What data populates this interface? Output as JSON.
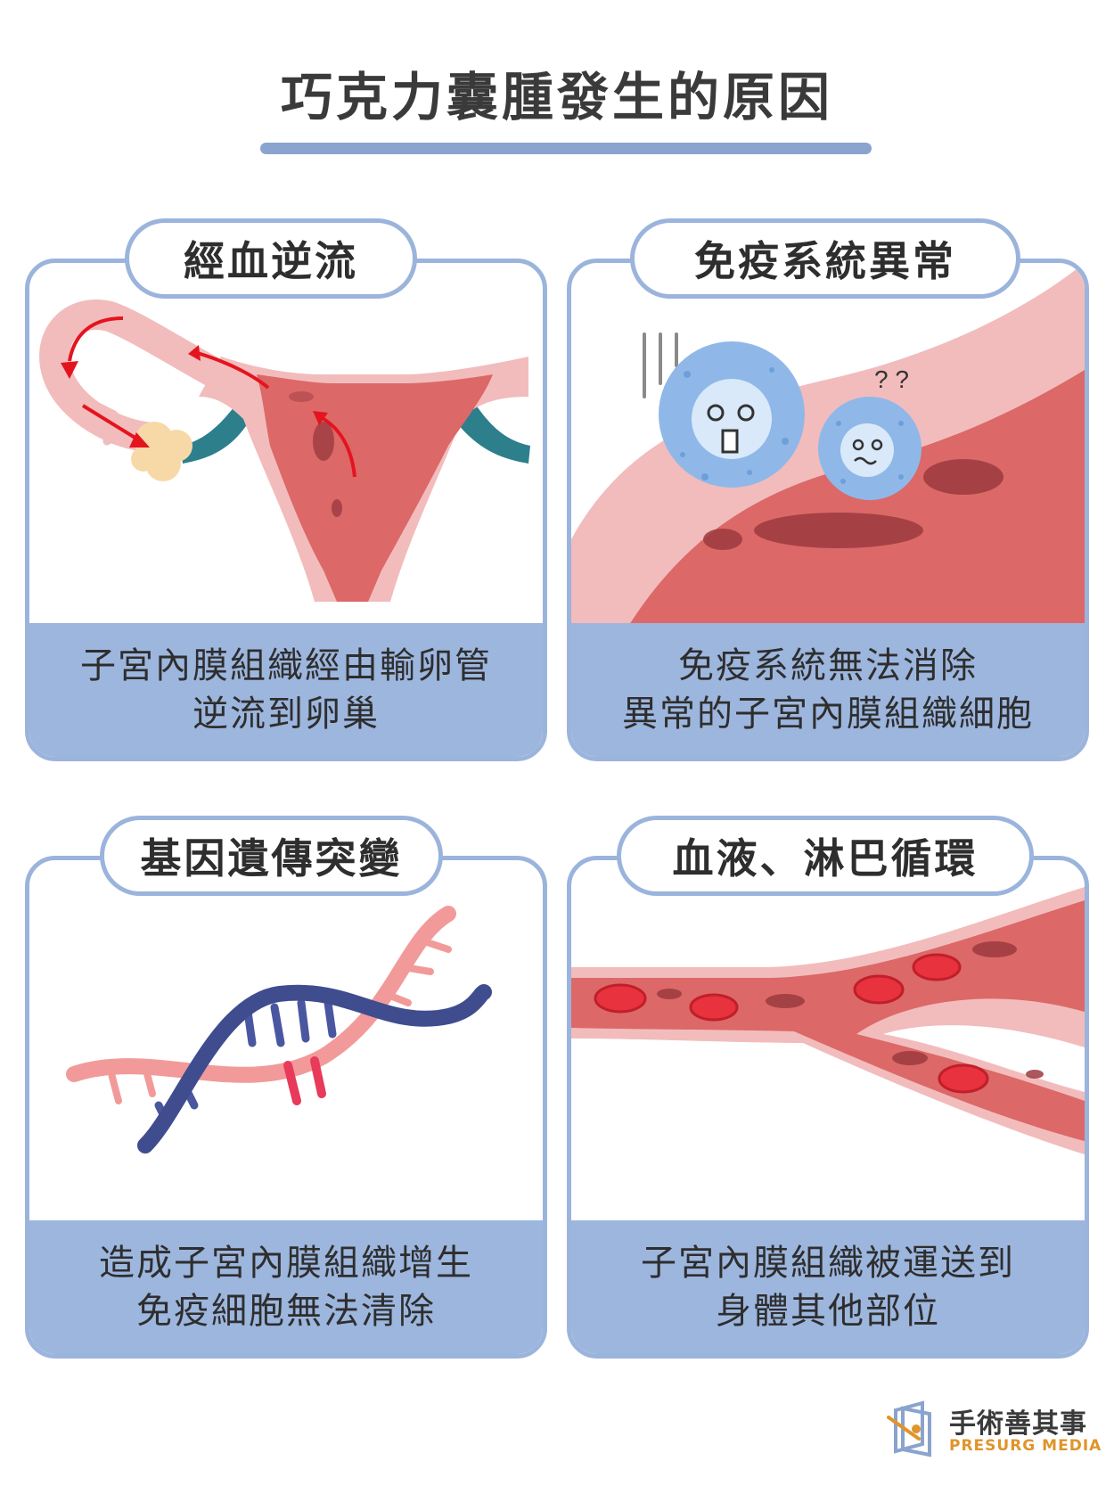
{
  "title": "巧克力囊腫發生的原因",
  "panels": [
    {
      "heading": "經血逆流",
      "caption_line1": "子宮內膜組織經由輸卵管",
      "caption_line2": "逆流到卵巢"
    },
    {
      "heading": "免疫系統異常",
      "caption_line1": "免疫系統無法消除",
      "caption_line2": "異常的子宮內膜組織細胞"
    },
    {
      "heading": "基因遺傳突變",
      "caption_line1": "造成子宮內膜組織增生",
      "caption_line2": "免疫細胞無法清除"
    },
    {
      "heading": "血液、淋巴循環",
      "caption_line1": "子宮內膜組織被運送到",
      "caption_line2": "身體其他部位"
    }
  ],
  "brand": {
    "name_zh": "手術善其事",
    "name_en": "PRESURG MEDIA"
  },
  "colors": {
    "accent_blue": "#9bb4dc",
    "tissue_red": "#d96464",
    "tissue_pink": "#f2bcbc",
    "dna_blue": "#3f4d8f",
    "brand_orange": "#e0942a"
  }
}
